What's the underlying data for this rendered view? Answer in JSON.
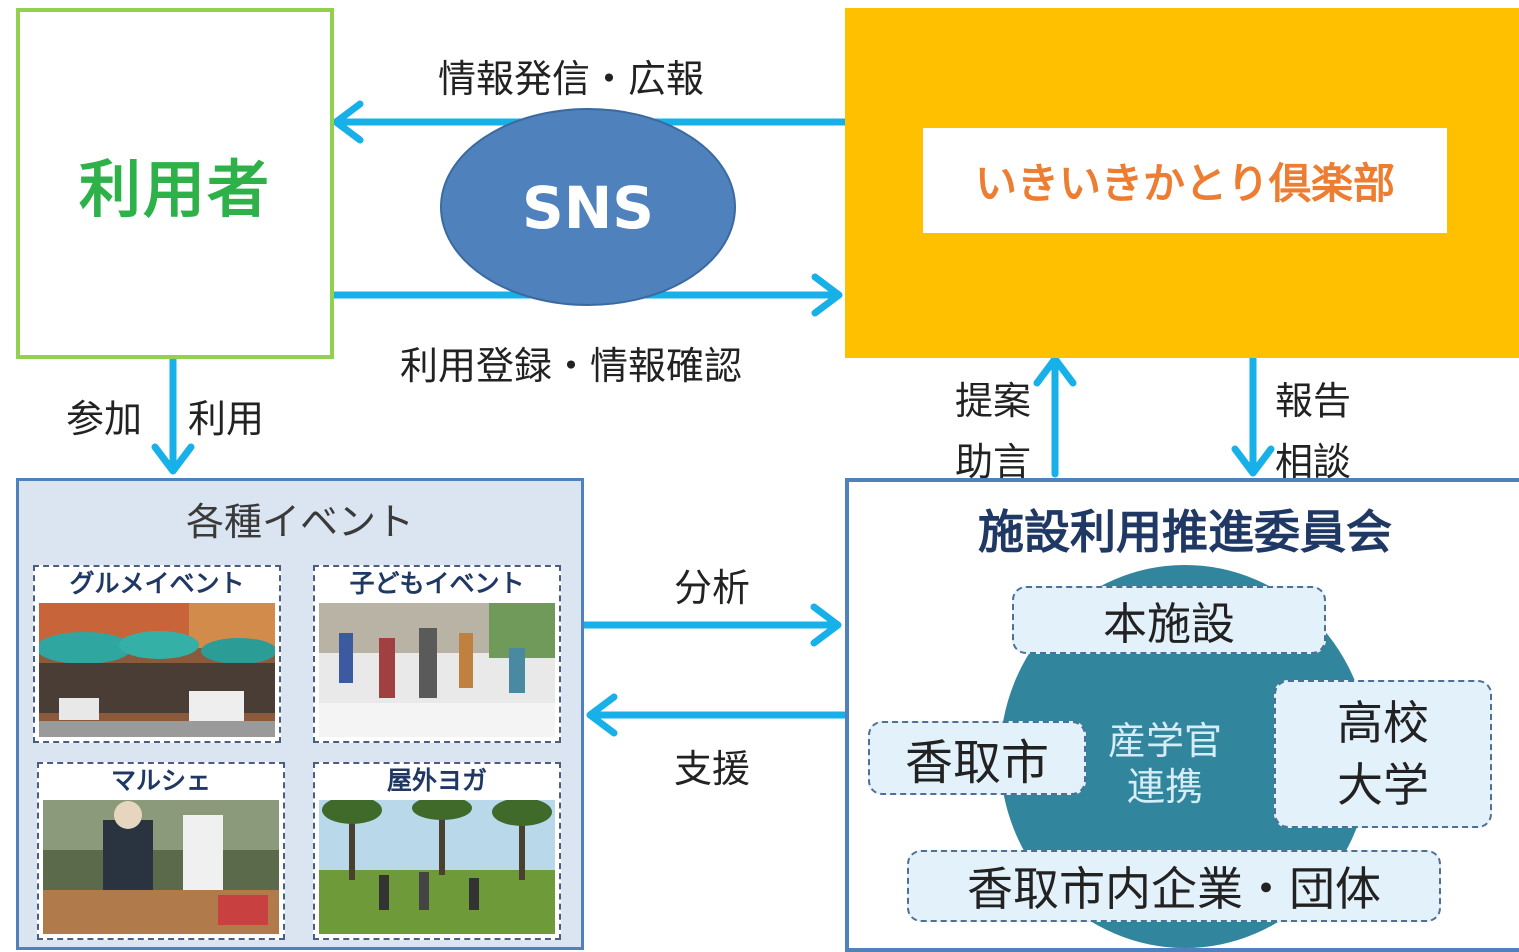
{
  "user": {
    "title": "利用者"
  },
  "club": {
    "title": "いきいきかとり倶楽部"
  },
  "sns": {
    "label": "SNS"
  },
  "arrows": {
    "top_label": "情報発信・広報",
    "bottom_label": "利用登録・情報確認",
    "participate": "参加",
    "use": "利用",
    "propose": "提案",
    "advise": "助言",
    "report": "報告",
    "consult": "相談",
    "analysis": "分析",
    "support": "支援"
  },
  "events": {
    "title": "各種イベント",
    "items": [
      {
        "label": "グルメイベント"
      },
      {
        "label": "子どもイベント"
      },
      {
        "label": "マルシェ"
      },
      {
        "label": "屋外ヨガ"
      }
    ]
  },
  "committee": {
    "title": "施設利用推進委員会",
    "members": {
      "facility": "本施設",
      "city": "香取市",
      "school_1": "高校",
      "school_2": "大学",
      "companies": "香取市内企業・団体"
    },
    "center_1": "産学官",
    "center_2": "連携"
  },
  "colors": {
    "arrow": "#17b0e8",
    "user_border": "#92d050",
    "user_text": "#2fb14a",
    "club_bg": "#ffc000",
    "club_text": "#ed7d31",
    "sns_fill": "#4f81bd",
    "panel_border": "#4f81bd",
    "committee_title": "#1f3864",
    "circle": "#31859c"
  }
}
